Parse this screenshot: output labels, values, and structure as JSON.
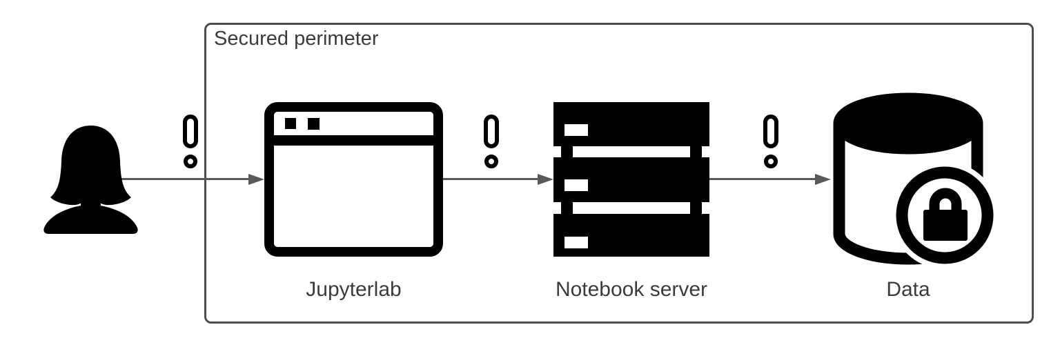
{
  "perimeter": {
    "label": "Secured perimeter"
  },
  "nodes": [
    {
      "id": "user",
      "label": "",
      "icon": "person-icon"
    },
    {
      "id": "jupyterlab",
      "label": "Jupyterlab",
      "icon": "browser-window-icon"
    },
    {
      "id": "notebook-server",
      "label": "Notebook server",
      "icon": "server-stack-icon"
    },
    {
      "id": "data",
      "label": "Data",
      "icon": "database-lock-icon"
    }
  ],
  "connectors": [
    {
      "from": "user",
      "to": "jupyterlab",
      "annotation": "exclamation"
    },
    {
      "from": "jupyterlab",
      "to": "notebook-server",
      "annotation": "exclamation"
    },
    {
      "from": "notebook-server",
      "to": "data",
      "annotation": "exclamation"
    }
  ],
  "colors": {
    "shape": "#000000",
    "connector": "#595959",
    "perimeter_border": "#4d4d4d",
    "text": "#3b3b3b",
    "background": "#ffffff"
  }
}
